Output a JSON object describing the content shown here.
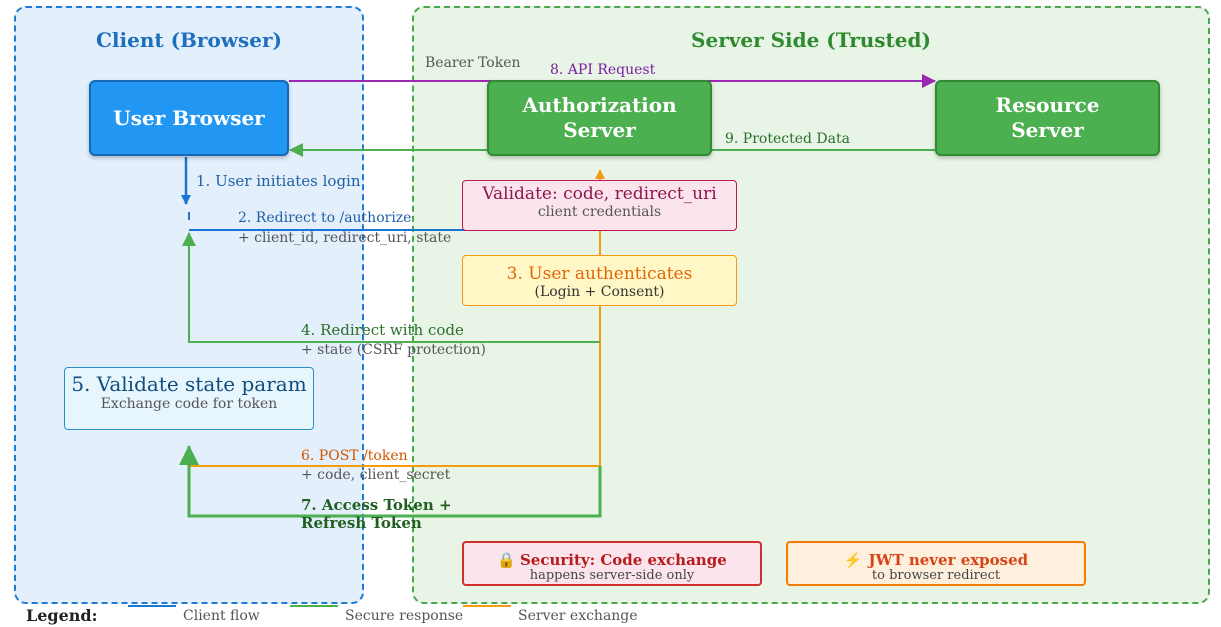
{
  "zones": {
    "client": "Client (Browser)",
    "server": "Server Side (Trusted)"
  },
  "nodes": {
    "browser": "User Browser",
    "auth": [
      "Authorization",
      "Server"
    ],
    "resource": [
      "Resource",
      "Server"
    ]
  },
  "boxes": {
    "validate": {
      "line1": "Validate: code, redirect_uri",
      "line2": "client credentials"
    },
    "authn": {
      "line1": "3. User authenticates",
      "line2": "(Login + Consent)"
    },
    "state": {
      "line1": "5. Validate state param",
      "line2": "Exchange code for token"
    },
    "security1": {
      "line1": "Security: Code exchange",
      "line2": "happens server-side only"
    },
    "security2": {
      "line1": "JWT never exposed",
      "line2": "to browser redirect"
    }
  },
  "edges": {
    "step1": "1. User initiates login",
    "step2a": "2. Redirect to /authorize",
    "step2b": "+ client_id, redirect_uri, state",
    "step4a": "4. Redirect with code",
    "step4b": "+ state (CSRF protection)",
    "step6a": "6. POST /token",
    "step6b": "+ code, client_secret",
    "step7a": "7. Access Token +",
    "step7b": "Refresh Token",
    "step8": "8. API Request",
    "bearer": "Bearer Token",
    "step9": "9. Protected Data"
  },
  "legend": {
    "title": "Legend:",
    "client": "Client flow",
    "secure": "Secure response",
    "server": "Server exchange"
  },
  "colors": {
    "client_flow": "#1976d2",
    "secure_response": "#4caf50",
    "server_exchange": "#f39c12",
    "api_request": "#9c27b0"
  },
  "icons": {
    "security1": "lock-icon",
    "security2": "lightning-icon"
  }
}
